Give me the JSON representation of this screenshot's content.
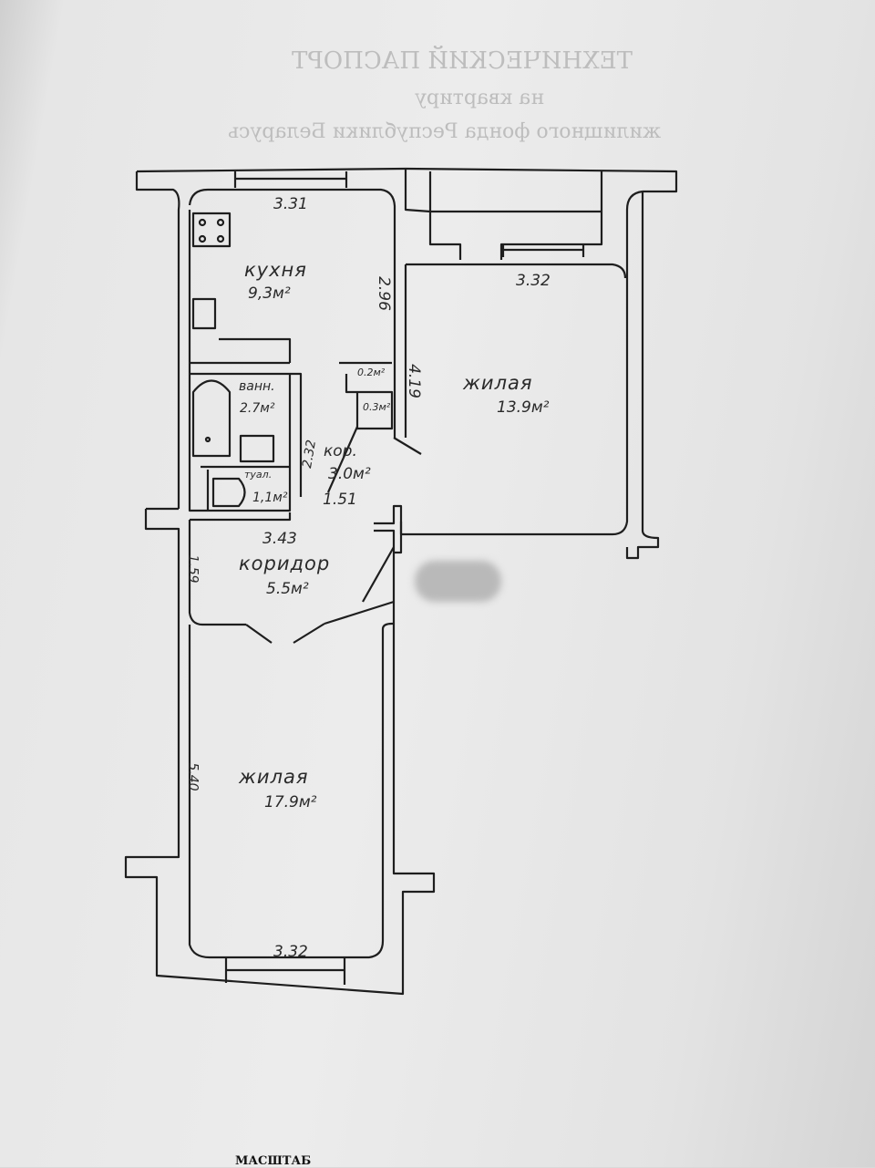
{
  "document": {
    "ghost_header": {
      "line1": "ТЕХНИЧЕСКИЙ ПАСПОРТ",
      "line2": "на квартиру",
      "line3": "жилищного фонда Республики Беларусь"
    },
    "footer_fragment": "МАСШТАБ"
  },
  "floor_plan": {
    "rooms": {
      "kitchen": {
        "name": "кухня",
        "area": "9,3м²"
      },
      "bath": {
        "name": "ванн.",
        "area": "2.7м²"
      },
      "toilet": {
        "name": "туал.",
        "area": "1,1м²"
      },
      "hall_small": {
        "name": "кор.",
        "area": "3.0м²"
      },
      "closet1": {
        "area": "0.2м²"
      },
      "closet2": {
        "area": "0.3м²"
      },
      "living_east": {
        "name": "жилая",
        "area": "13.9м²"
      },
      "corridor": {
        "name": "коридор",
        "area": "5.5м²"
      },
      "living_south": {
        "name": "жилая",
        "area": "17.9м²"
      }
    },
    "dimensions": {
      "kitchen_width": "3.31",
      "kitchen_depth": "2.96",
      "living_east_width": "3.32",
      "living_east_depth": "4.19",
      "hall_side": "2.32",
      "hall_width": "1.51",
      "corridor_width": "3.43",
      "corridor_depth": "1.59",
      "living_south_depth": "5.40",
      "living_south_width": "3.32"
    }
  }
}
